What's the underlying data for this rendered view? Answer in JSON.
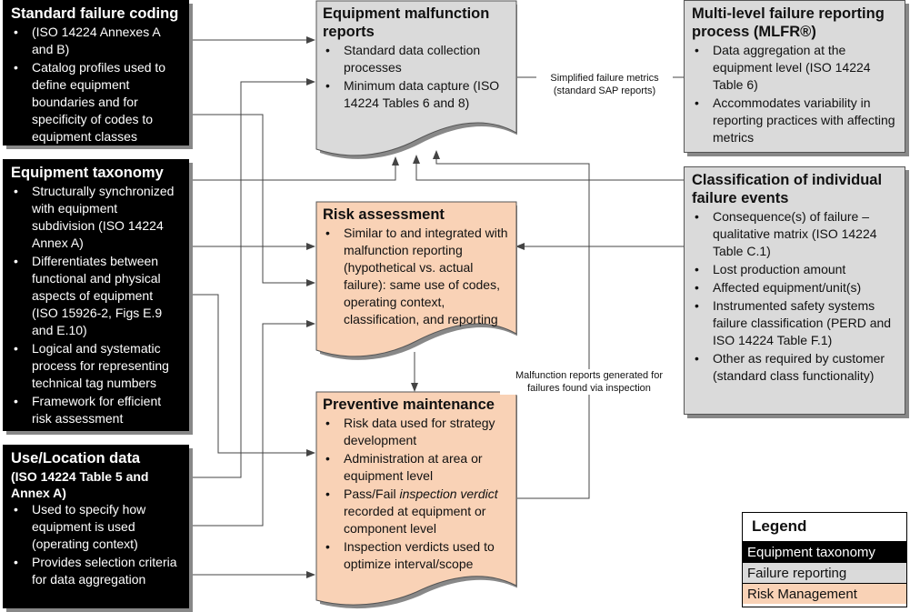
{
  "std_coding": {
    "title": "Standard failure coding",
    "items": [
      "(ISO 14224 Annexes A and B)",
      "Catalog profiles used to define equipment boundaries and for specificity of codes to equipment classes"
    ]
  },
  "taxonomy": {
    "title": "Equipment taxonomy",
    "items": [
      "Structurally synchronized with equipment subdivision (ISO 14224 Annex A)",
      "Differentiates between functional and physical aspects of equipment (ISO 15926-2, Figs E.9 and E.10)",
      "Logical and systematic process for representing technical tag numbers",
      "Framework for efficient risk assessment"
    ]
  },
  "use_location": {
    "title": "Use/Location data",
    "subtitle": "(ISO 14224 Table 5 and Annex A)",
    "items": [
      "Used to specify how equipment is used (operating context)",
      "Provides selection criteria for data aggregation"
    ]
  },
  "malfunction": {
    "title": "Equipment malfunction reports",
    "items": [
      "Standard data collection processes",
      "Minimum data capture (ISO 14224 Tables 6 and 8)"
    ]
  },
  "risk": {
    "title": "Risk assessment",
    "items": [
      "Similar to and integrated with malfunction reporting (hypothetical vs. actual failure): same use of codes, operating context, classification, and reporting"
    ]
  },
  "pm": {
    "title": "Preventive maintenance",
    "item1": "Risk data used for strategy development",
    "item2": "Administration at area or equipment level",
    "item3_pre": "Pass/Fail ",
    "item3_em": "inspection verdict",
    "item3_post": " recorded at equipment or component level",
    "item4": "Inspection verdicts used to optimize interval/scope"
  },
  "mlfr": {
    "title": "Multi-level failure reporting process (MLFR®)",
    "items": [
      "Data aggregation at the equipment level (ISO 14224 Table 6)",
      "Accommodates variability in reporting practices with affecting metrics"
    ]
  },
  "classification": {
    "title": "Classification of individual failure events",
    "items": [
      "Consequence(s) of failure – qualitative matrix (ISO 14224 Table C.1)",
      "Lost production amount",
      "Affected equipment/unit(s)",
      "Instrumented safety systems failure classification (PERD and ISO 14224 Table F.1)",
      "Other as required by customer (standard class functionality)"
    ]
  },
  "labels": {
    "simplified_1": "Simplified failure metrics",
    "simplified_2": "(standard SAP reports)",
    "inspection_1": "Malfunction reports generated for",
    "inspection_2": "failures found via inspection"
  },
  "legend": {
    "title": "Legend",
    "items": [
      "Equipment taxonomy",
      "Failure reporting",
      "Risk Management"
    ]
  },
  "colors": {
    "taxonomy": "#000000",
    "failure_reporting": "#dadada",
    "risk_management": "#f9d2b6"
  }
}
